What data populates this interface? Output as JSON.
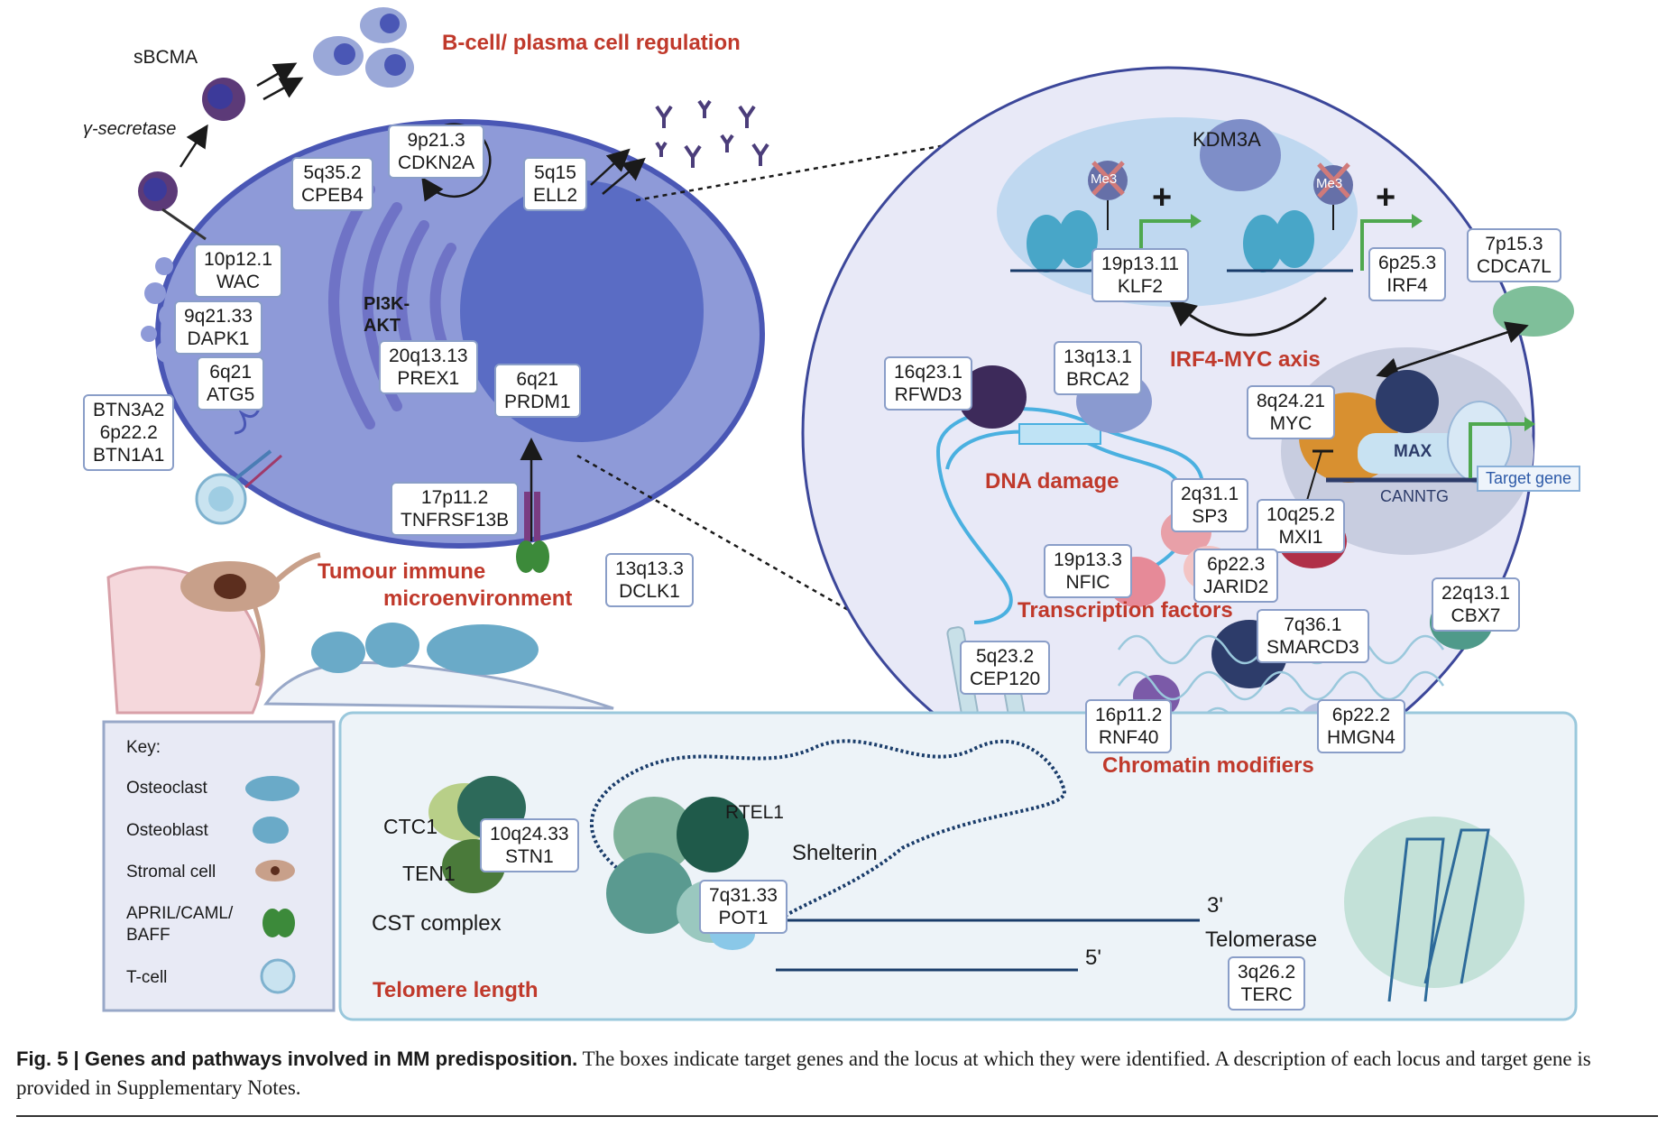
{
  "titles": {
    "bcell": "B-cell/ plasma cell regulation",
    "tme_line1": "Tumour immune",
    "tme_line2": "microenvironment",
    "irf4myc": "IRF4-MYC axis",
    "dna_damage": "DNA damage",
    "tf": "Transcription factors",
    "chromatin": "Chromatin modifiers",
    "telomere": "Telomere length"
  },
  "labels": {
    "sbcma": "sBCMA",
    "gamma": "γ-secretase",
    "pi3k": "PI3K-",
    "akt": "AKT",
    "kdm3a": "KDM3A",
    "me3": "Me3",
    "max": "MAX",
    "canntg": "CANNTG",
    "target_gene": "Target gene",
    "ctc1": "CTC1",
    "ten1": "TEN1",
    "cst": "CST complex",
    "rtel1": "RTEL1",
    "shelterin": "Shelterin",
    "three_prime": "3'",
    "five_prime": "5'",
    "telomerase": "Telomerase",
    "plus": "+"
  },
  "genes": {
    "cpeb4": [
      "5q35.2",
      "CPEB4"
    ],
    "cdkn2a": [
      "9p21.3",
      "CDKN2A"
    ],
    "ell2": [
      "5q15",
      "ELL2"
    ],
    "wac": [
      "10p12.1",
      "WAC"
    ],
    "dapk1": [
      "9q21.33",
      "DAPK1"
    ],
    "atg5": [
      "6q21",
      "ATG5"
    ],
    "btn": [
      "BTN3A2",
      "6p22.2",
      "BTN1A1"
    ],
    "prex1": [
      "20q13.13",
      "PREX1"
    ],
    "prdm1": [
      "6q21",
      "PRDM1"
    ],
    "tnfrsf13b": [
      "17p11.2",
      "TNFRSF13B"
    ],
    "dclk1": [
      "13q13.3",
      "DCLK1"
    ],
    "klf2": [
      "19p13.11",
      "KLF2"
    ],
    "irf4": [
      "6p25.3",
      "IRF4"
    ],
    "cdca7l": [
      "7p15.3",
      "CDCA7L"
    ],
    "rfwd3": [
      "16q23.1",
      "RFWD3"
    ],
    "brca2": [
      "13q13.1",
      "BRCA2"
    ],
    "myc": [
      "8q24.21",
      "MYC"
    ],
    "sp3": [
      "2q31.1",
      "SP3"
    ],
    "mxi1": [
      "10q25.2",
      "MXI1"
    ],
    "nfic": [
      "19p13.3",
      "NFIC"
    ],
    "jarid2": [
      "6p22.3",
      "JARID2"
    ],
    "cbx7": [
      "22q13.1",
      "CBX7"
    ],
    "smarcd3": [
      "7q36.1",
      "SMARCD3"
    ],
    "cep120": [
      "5q23.2",
      "CEP120"
    ],
    "rnf40": [
      "16p11.2",
      "RNF40"
    ],
    "hmgn4": [
      "6p22.2",
      "HMGN4"
    ],
    "stn1": [
      "10q24.33",
      "STN1"
    ],
    "pot1": [
      "7q31.33",
      "POT1"
    ],
    "terc": [
      "3q26.2",
      "TERC"
    ]
  },
  "key": {
    "title": "Key:",
    "items": [
      "Osteoclast",
      "Osteoblast",
      "Stromal cell",
      "APRIL/CAML/",
      "BAFF",
      "T-cell"
    ]
  },
  "caption": {
    "bold": "Fig. 5 | Genes and pathways involved in MM predisposition.",
    "text": " The boxes indicate target genes and the locus at which they were identified. A description of each locus and target gene is provided in Supplementary Notes."
  },
  "colors": {
    "cell_fill": "#8e9ad8",
    "nucleus_fill": "#5a6cc4",
    "zoom_fill": "#e8e9f7",
    "red_title": "#c0392b",
    "gene_border": "#8a9ec8"
  }
}
